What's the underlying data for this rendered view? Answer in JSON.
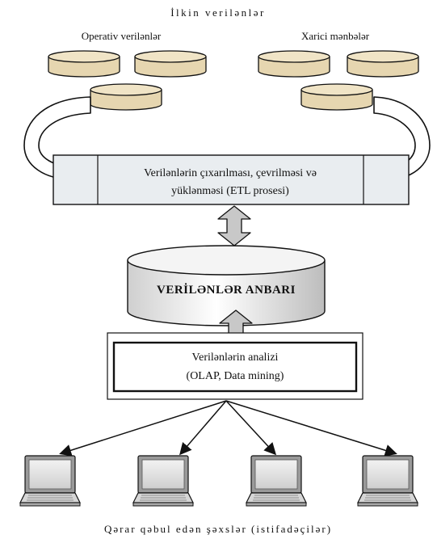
{
  "top_title": "İlkin verilənlər",
  "source_groups": {
    "left_label": "Operativ verilənlər",
    "right_label": "Xarici mənbələr"
  },
  "etl_box": {
    "line1": "Verilənlərin çıxarılması, çevrilməsi və",
    "line2": "yüklənməsi (ETL prosesi)"
  },
  "warehouse": {
    "label": "VERİLƏNLƏR ANBARI"
  },
  "analysis_box": {
    "line1": "Verilənlərin analizi",
    "line2": "(OLAP, Data mining)"
  },
  "bottom_caption": "Qərar qəbul edən şəxslər (istifadəçilər)",
  "colors": {
    "disk_fill": "#e6d6b0",
    "box_fill": "#e9edf0",
    "stroke": "#111111"
  },
  "icons": [
    "database-icon",
    "laptop-icon",
    "double-arrow-icon",
    "curved-arrow-icon"
  ]
}
